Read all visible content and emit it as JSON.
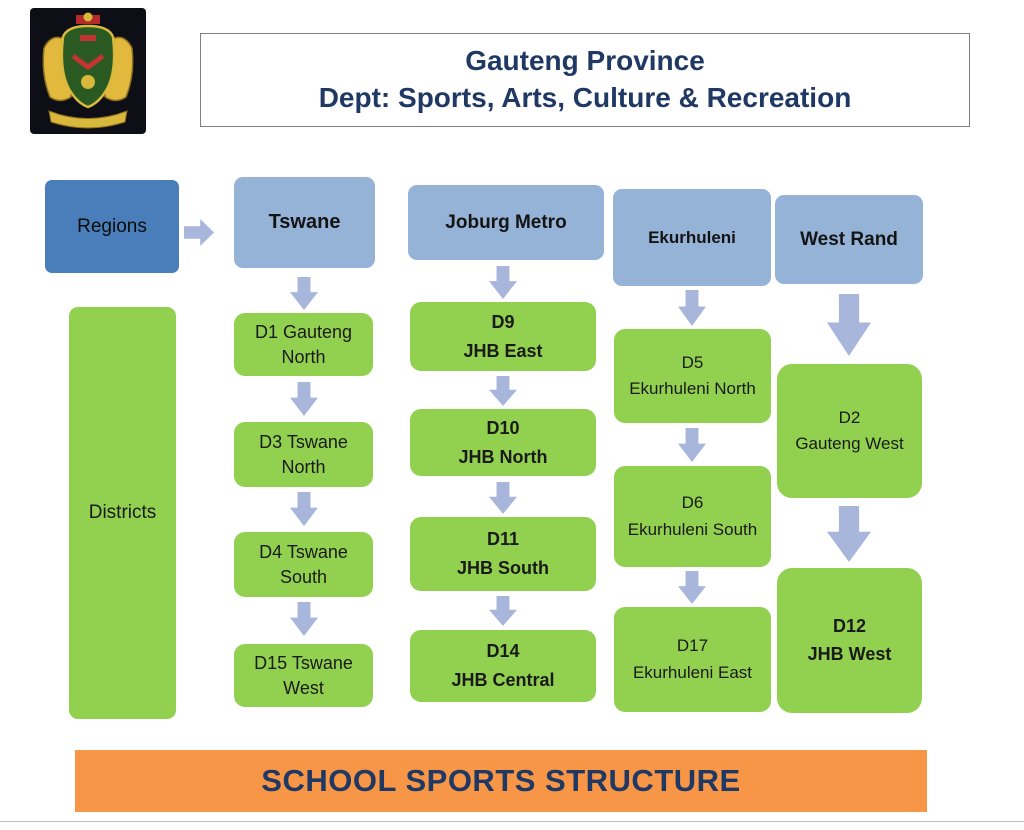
{
  "title": {
    "line1": "Gauteng Province",
    "line2": "Dept: Sports, Arts, Culture & Recreation"
  },
  "regions_label": "Regions",
  "districts_label": "Districts",
  "columns": [
    {
      "header": "Tswane",
      "items": [
        {
          "label": "D1 Gauteng North"
        },
        {
          "label": "D3 Tswane North"
        },
        {
          "label": "D4 Tswane South"
        },
        {
          "label": "D15 Tswane West"
        }
      ]
    },
    {
      "header": "Joburg Metro",
      "items": [
        {
          "code": "D9",
          "name": "JHB East"
        },
        {
          "code": "D10",
          "name": "JHB North"
        },
        {
          "code": "D11",
          "name": "JHB South"
        },
        {
          "code": "D14",
          "name": "JHB Central"
        }
      ]
    },
    {
      "header": "Ekurhuleni",
      "items": [
        {
          "code": "D5",
          "name": "Ekurhuleni North"
        },
        {
          "code": "D6",
          "name": "Ekurhuleni South"
        },
        {
          "code": "D17",
          "name": "Ekurhuleni East"
        }
      ]
    },
    {
      "header": "West Rand",
      "items": [
        {
          "code": "D2",
          "name": "Gauteng West"
        },
        {
          "code": "D12",
          "name": "JHB West"
        }
      ]
    }
  ],
  "banner": "SCHOOL SPORTS STRUCTURE",
  "icons": {
    "logo": "gauteng-coat-of-arms",
    "right_arrow": "block-arrow-right",
    "down_arrow": "block-arrow-down"
  },
  "colors": {
    "title_text": "#1F3864",
    "regions_bg": "#4A7EBB",
    "header_bg": "#95B3D7",
    "green_bg": "#92D050",
    "arrow_fill": "#A8B6DC",
    "banner_bg": "#F79646",
    "box_text": "#1A1A1A"
  }
}
